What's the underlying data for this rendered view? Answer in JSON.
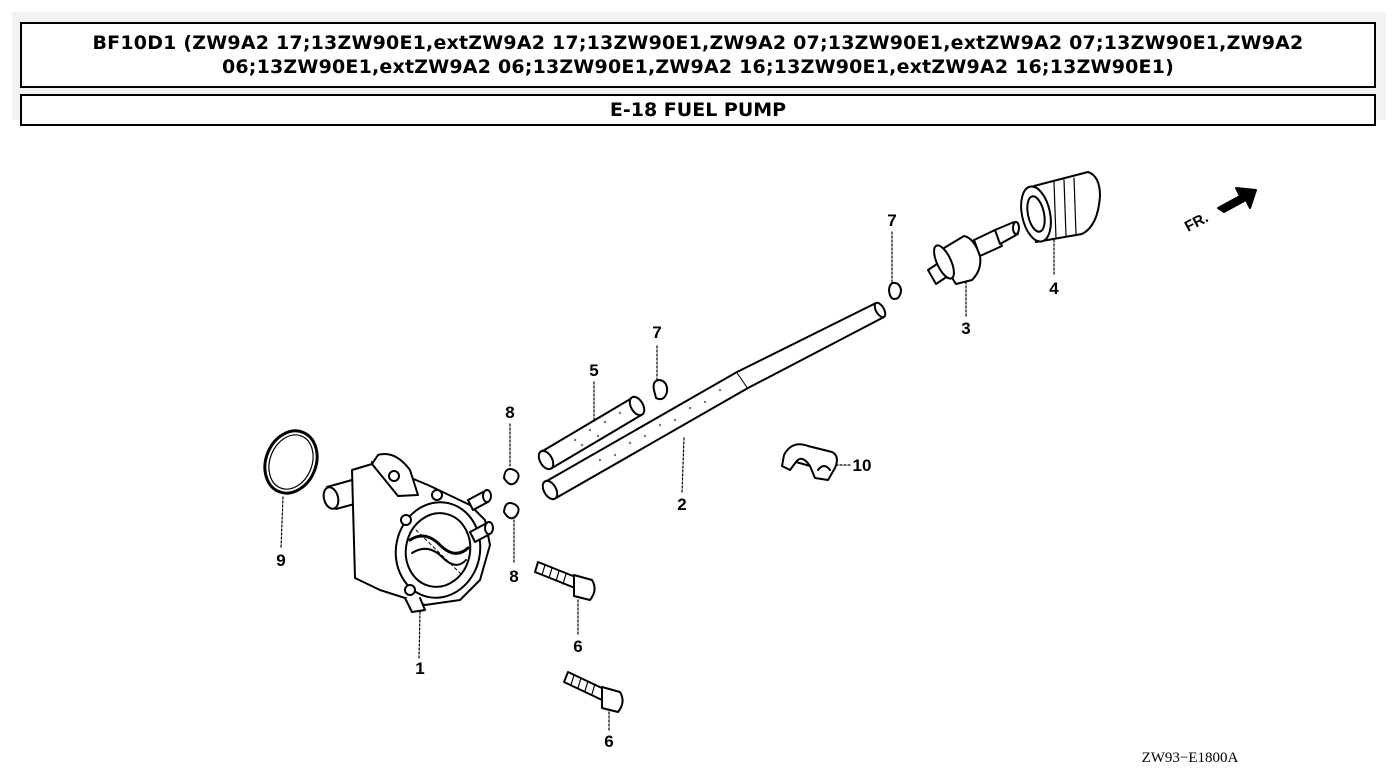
{
  "header": {
    "title": "BF10D1 (ZW9A2 17;13ZW90E1,extZW9A2 17;13ZW90E1,ZW9A2 07;13ZW90E1,extZW9A2 07;13ZW90E1,ZW9A2 06;13ZW90E1,extZW9A2 06;13ZW90E1,ZW9A2 16;13ZW90E1,extZW9A2 16;13ZW90E1)",
    "section": "E-18 FUEL PUMP"
  },
  "diagram": {
    "direction_label": "FR.",
    "drawing_code": "ZW93−E1800A",
    "callouts": {
      "fuel_pump": "1",
      "long_tube": "2",
      "fitting": "3",
      "connector": "4",
      "short_tube": "5",
      "bolt_upper": "6",
      "bolt_lower": "6",
      "clip_right": "7",
      "clip_mid": "7",
      "clip_upper": "8",
      "clip_lower": "8",
      "o_ring": "9",
      "tube_clamp": "10"
    }
  }
}
